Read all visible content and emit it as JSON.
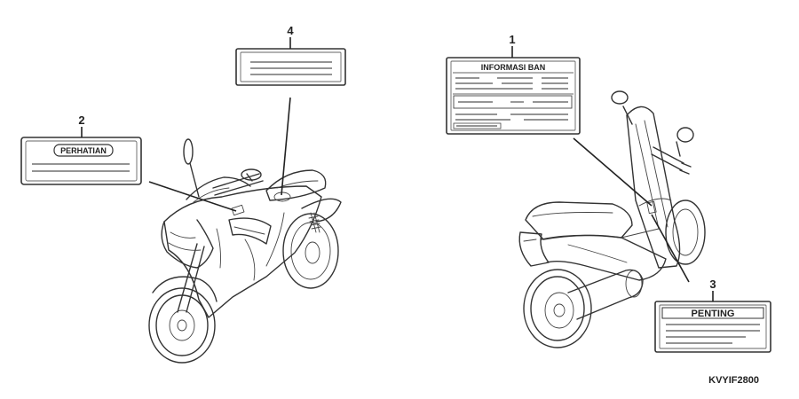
{
  "callouts": {
    "c1": "1",
    "c2": "2",
    "c3": "3",
    "c4": "4"
  },
  "labels": {
    "informasi_ban": "INFORMASI BAN",
    "perhatian": "PERHATIAN",
    "penting": "PENTING"
  },
  "diagram_code": "KVYIF2800"
}
